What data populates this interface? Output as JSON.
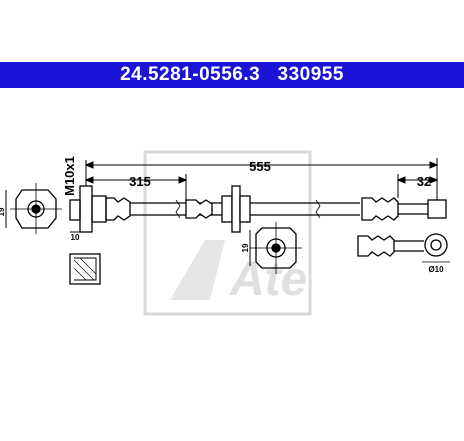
{
  "header": {
    "part_number": "24.5281-0556.3",
    "ref_number": "330955",
    "bg_color": "#1a14d6"
  },
  "dimensions": {
    "total_length": "555",
    "fitting_offset": "315",
    "end_length": "32",
    "thread": "M10x1",
    "left_height": "19",
    "left_width": "10",
    "mid_height": "19",
    "eye_diameter": "Ø10"
  },
  "watermark": {
    "brand": "Ate",
    "color": "#d9d9d9"
  }
}
